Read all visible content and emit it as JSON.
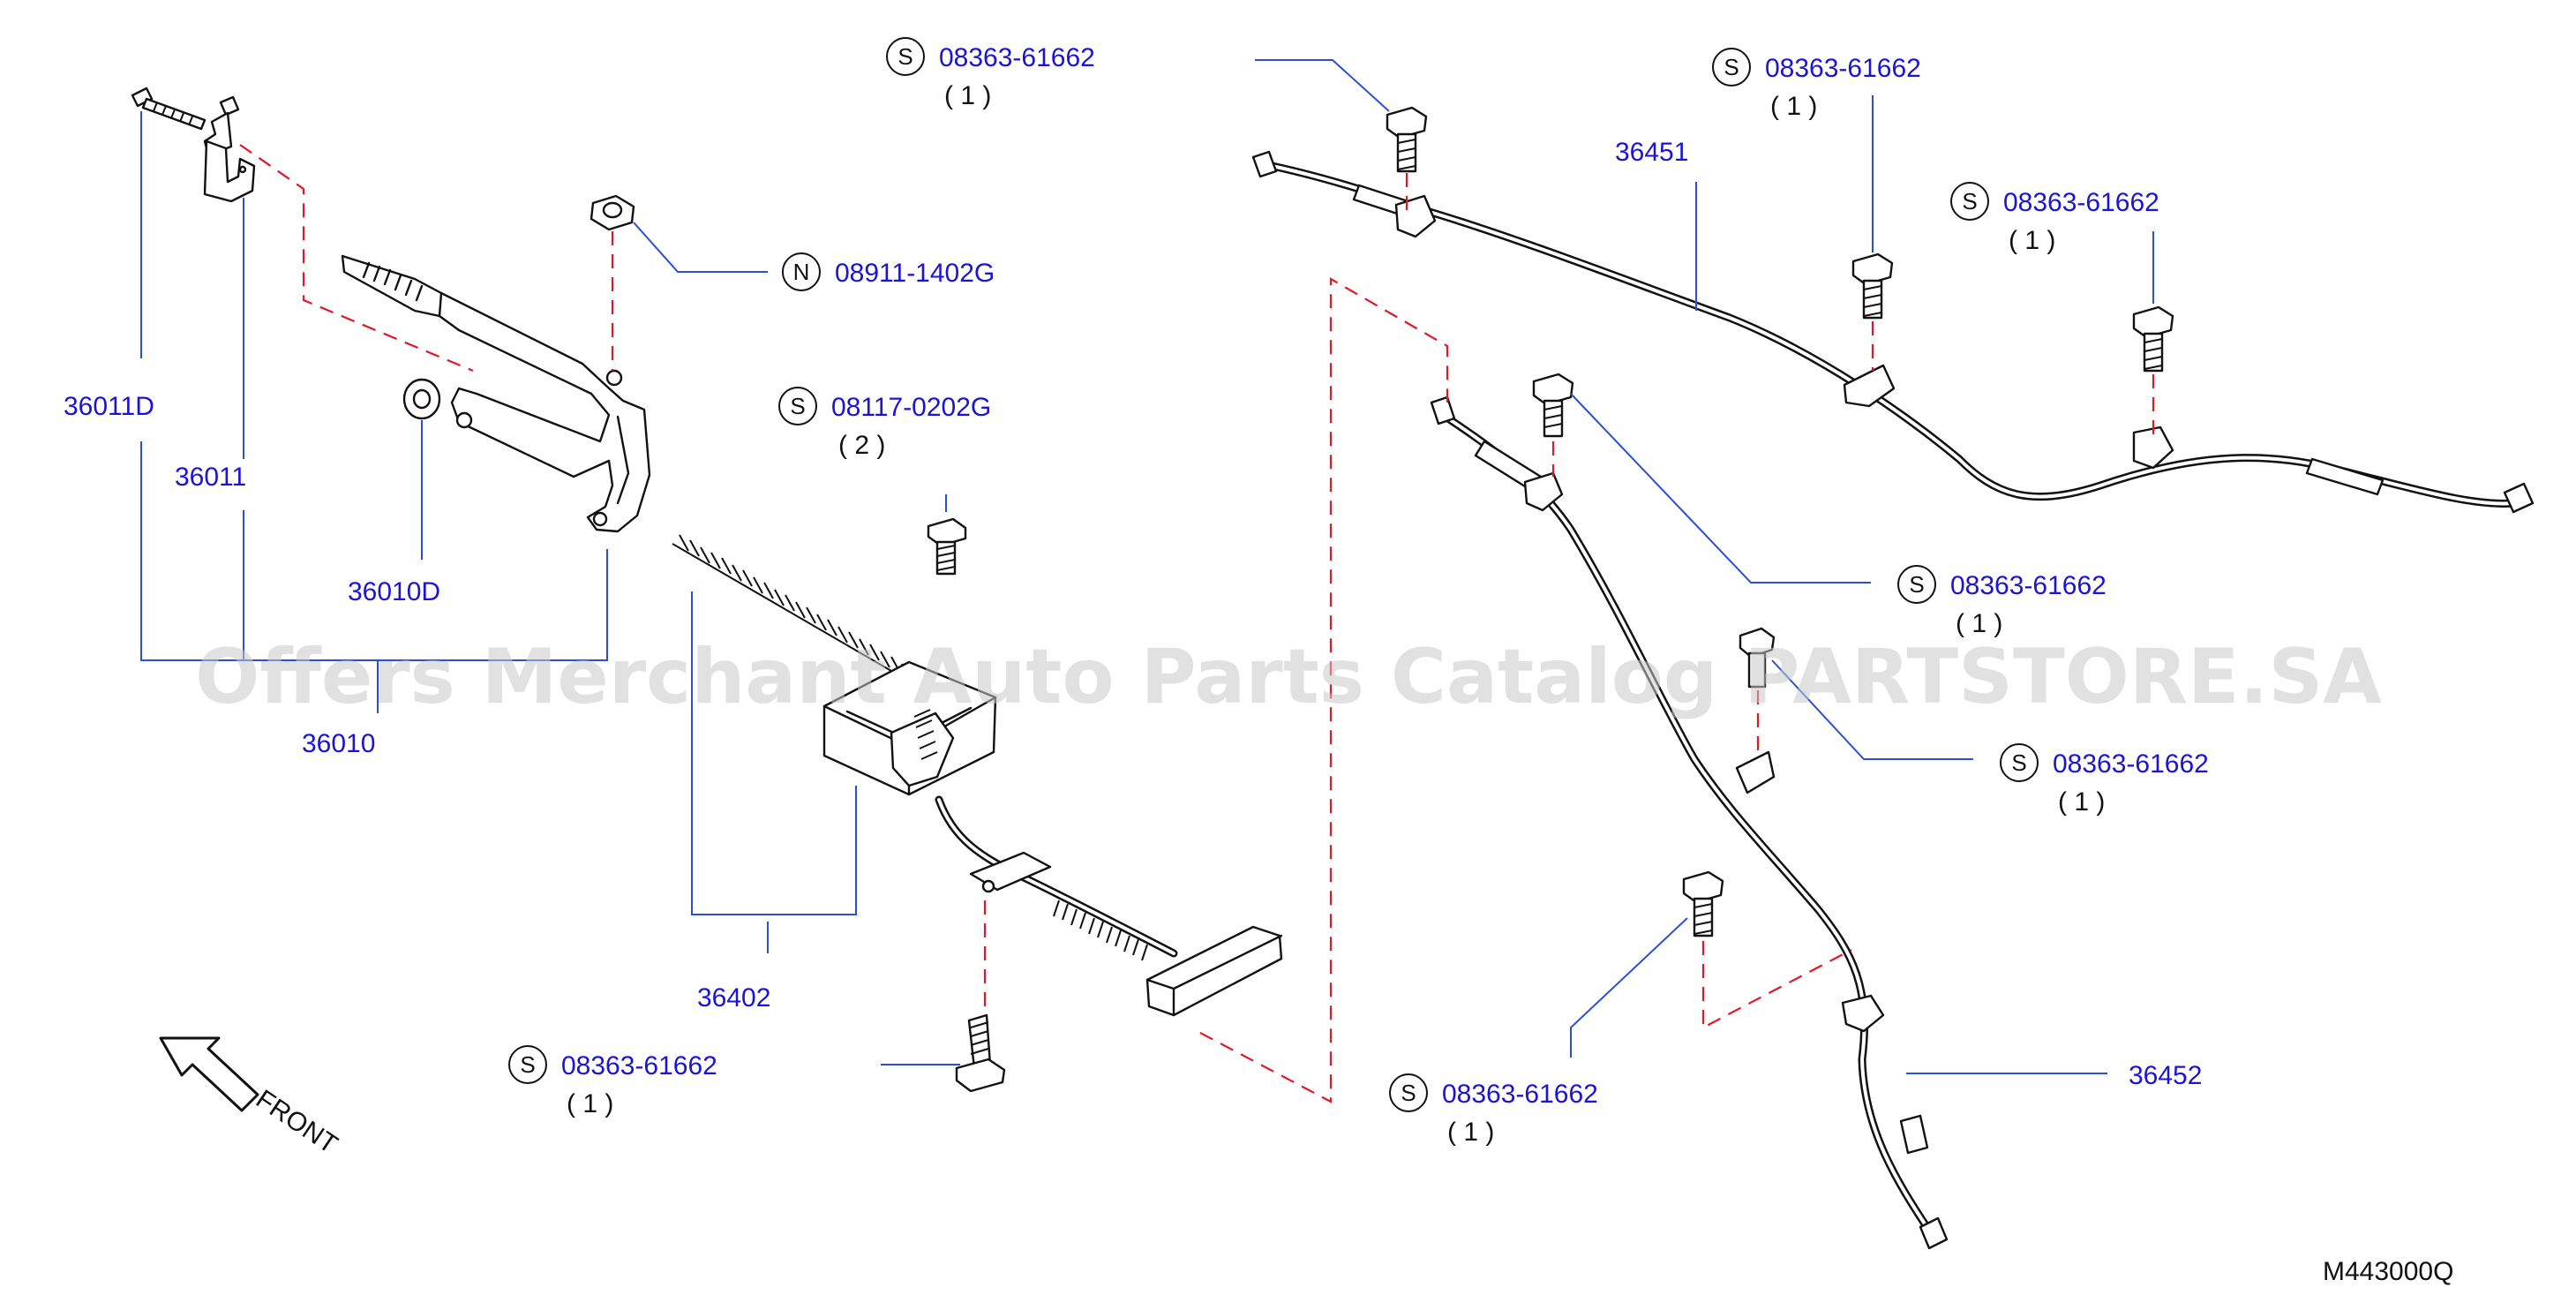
{
  "diagram_code": "M443000Q",
  "watermark": "Offers Merchant Auto Parts Catalog PARTSTORE.SA",
  "front_label": "FRONT",
  "callouts": {
    "s_top_center": {
      "prefix": "S",
      "part": "08363-61662",
      "qty": "( 1 )"
    },
    "s_top_right": {
      "prefix": "S",
      "part": "08363-61662",
      "qty": "( 1 )"
    },
    "s_right_upper": {
      "prefix": "S",
      "part": "08363-61662",
      "qty": "( 1 )"
    },
    "s_right_mid": {
      "prefix": "S",
      "part": "08363-61662",
      "qty": "( 1 )"
    },
    "s_right_low": {
      "prefix": "S",
      "part": "08363-61662",
      "qty": "( 1 )"
    },
    "s_bottom_mid": {
      "prefix": "S",
      "part": "08363-61662",
      "qty": "( 1 )"
    },
    "s_bottom_left": {
      "prefix": "S",
      "part": "08363-61662",
      "qty": "( 1 )"
    },
    "n_nut": {
      "prefix": "N",
      "part": "08911-1402G"
    },
    "s_bolt_2": {
      "prefix": "S",
      "part": "08117-0202G",
      "qty": "( 2 )"
    }
  },
  "parts": {
    "p36011D": "36011D",
    "p36011": "36011",
    "p36010D": "36010D",
    "p36010": "36010",
    "p36402": "36402",
    "p36451": "36451",
    "p36452": "36452"
  },
  "colors": {
    "leader": "#2b4fd6",
    "dash": "#e0182a",
    "label": "#1b14d6"
  }
}
